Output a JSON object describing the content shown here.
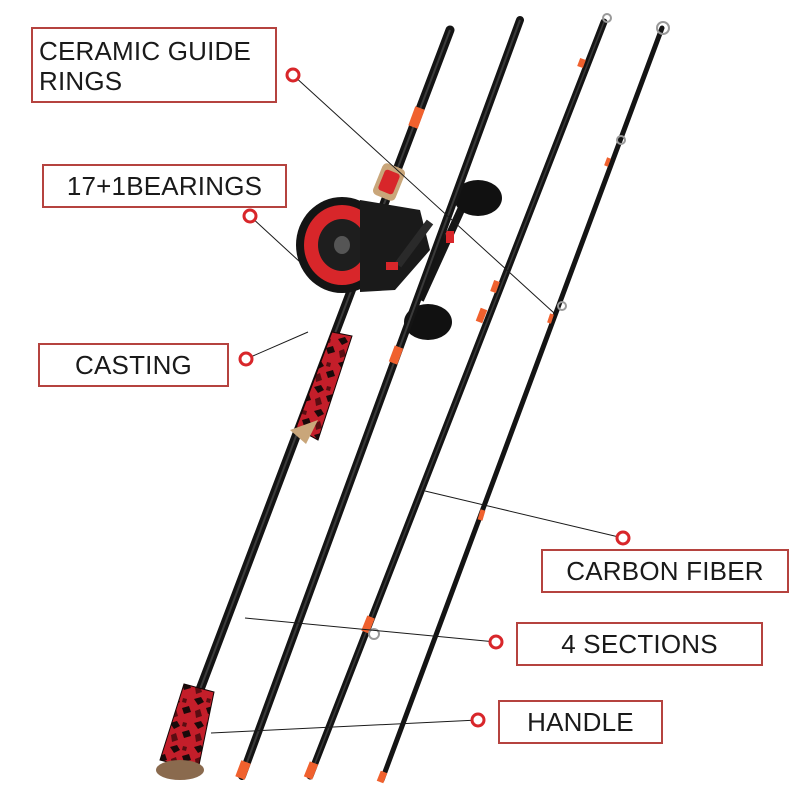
{
  "labels": {
    "ceramic_guide_rings": "CERAMIC GUIDE\nRINGS",
    "bearings": "17+1BEARINGS",
    "casting": "CASTING",
    "carbon_fiber": "CARBON FIBER",
    "sections": "4 SECTIONS",
    "handle": "HANDLE"
  },
  "colors": {
    "accent_red": "#d8262a",
    "label_border": "#b5433f",
    "rod_black": "#141414",
    "ferrule_orange": "#f0612e",
    "camo_red": "#c41e2a",
    "cork": "#8a6a4e"
  }
}
